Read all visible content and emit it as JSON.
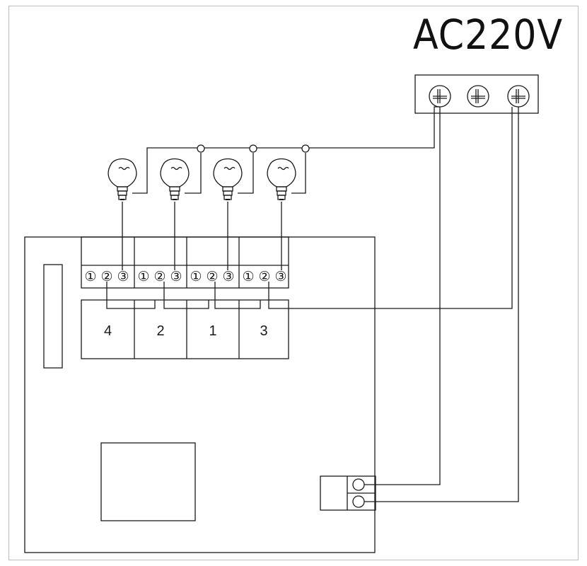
{
  "title": "AC220V",
  "terminals": [
    "①",
    "②",
    "③"
  ],
  "relay_channels": [
    "4",
    "2",
    "1",
    "3"
  ],
  "colors": {
    "line": "#1a1a1a",
    "background": "#ffffff"
  }
}
